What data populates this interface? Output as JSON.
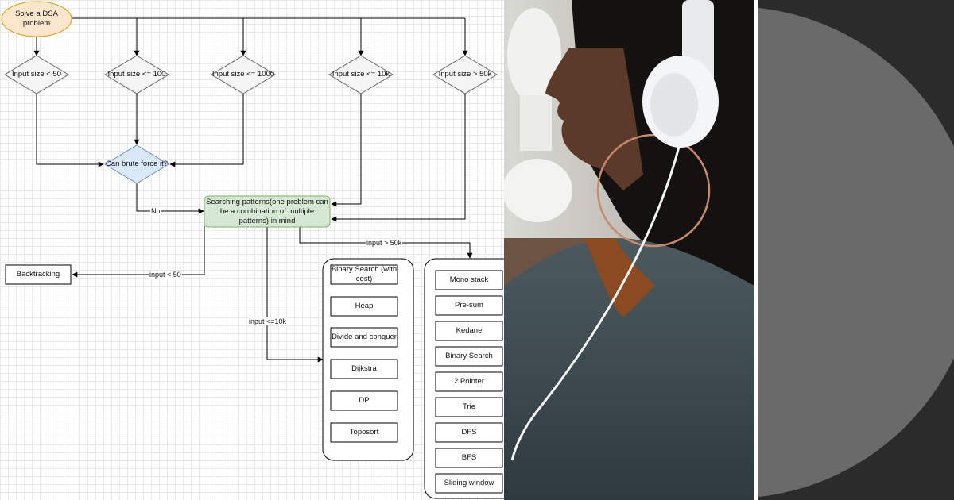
{
  "flowchart": {
    "start": "Solve a DSA problem",
    "conditions": [
      "Input size < 50",
      "Input size <= 100",
      "Input size <= 1000",
      "Input size <= 10k",
      "Input size > 50k"
    ],
    "brute_force": "Can brute force it?",
    "patterns": "Searching patterns(one problem can be a combination of multiple patterns) in mind",
    "backtracking": "Backtracking",
    "edge_labels": {
      "no": "No",
      "lt50": "input < 50",
      "gt50k": "input > 50k",
      "le10k": "input <=10k"
    },
    "group_10k": [
      "Binary Search (with cost)",
      "Heap",
      "Divide and conquer",
      "Dijkstra",
      "DP",
      "Toposort"
    ],
    "group_50k": [
      "Mono stack",
      "Pre-sum",
      "Kedane",
      "Binary Search",
      "2 Pointer",
      "Trie",
      "DFS",
      "BFS",
      "Sliding window"
    ]
  },
  "colors": {
    "start_fill": "#ffe6cc",
    "start_stroke": "#d79b00",
    "decision_fill": "#f5f5f5",
    "decision_stroke": "#666666",
    "brute_fill": "#dae8fc",
    "brute_stroke": "#6c8ebf",
    "pattern_fill": "#d5e8d4",
    "pattern_stroke": "#82b366"
  },
  "icons": {
    "photo": "person-with-headphones-photo",
    "decoration": "half-circle-shape"
  }
}
